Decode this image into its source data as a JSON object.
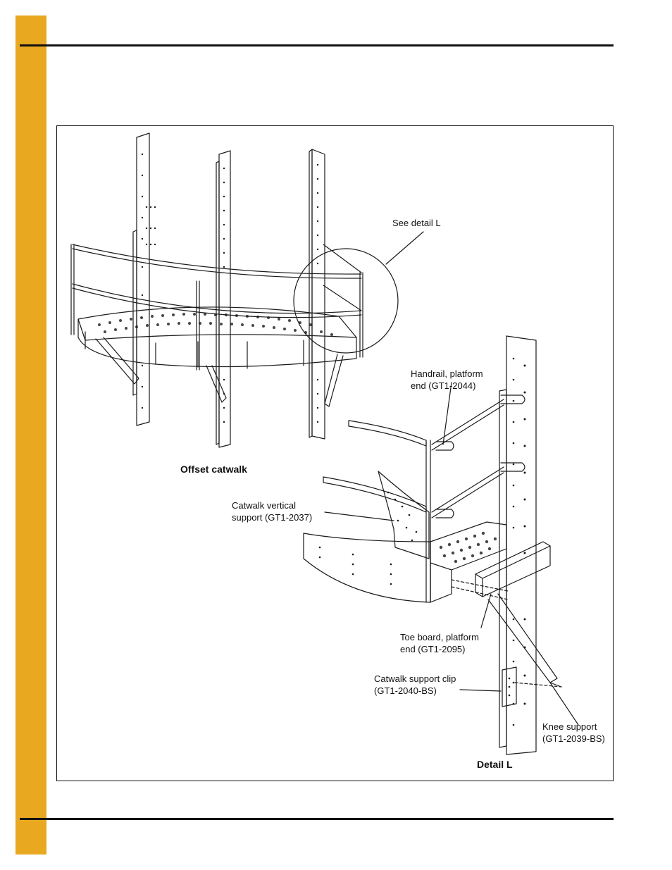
{
  "colors": {
    "accent_tab": "#e8a820",
    "rule": "#111111",
    "line": "#1a1a1a"
  },
  "figure": {
    "labels": {
      "see_detail": "See detail L",
      "offset_catwalk": "Offset catwalk",
      "handrail_line1": "Handrail, platform",
      "handrail_line2": "end (GT1-2044)",
      "vertical_line1": "Catwalk vertical",
      "vertical_line2": "support (GT1-2037)",
      "toe_line1": "Toe board, platform",
      "toe_line2": "end (GT1-2095)",
      "clip_line1": "Catwalk support clip",
      "clip_line2": "(GT1-2040-BS)",
      "knee_line1": "Knee support",
      "knee_line2": "(GT1-2039-BS)",
      "detail_l": "Detail L"
    }
  }
}
